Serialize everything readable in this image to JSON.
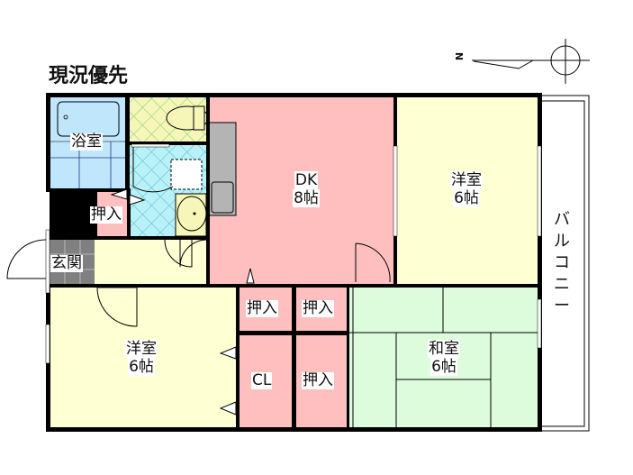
{
  "title": "現況優先",
  "compass": {
    "north_label": "N"
  },
  "rooms": {
    "bath": {
      "label": "浴室"
    },
    "closet_hall": {
      "label": "押入"
    },
    "entrance": {
      "label": "玄関"
    },
    "dk": {
      "line1": "DK",
      "line2": "8帖"
    },
    "western_ne": {
      "line1": "洋室",
      "line2": "6帖"
    },
    "western_sw": {
      "line1": "洋室",
      "line2": "6帖"
    },
    "closet_a": {
      "label": "押入"
    },
    "closet_b": {
      "label": "押入"
    },
    "closet_c": {
      "label": "押入"
    },
    "cl": {
      "label": "CL"
    },
    "japanese": {
      "line1": "和室",
      "line2": "6帖"
    },
    "balcony": {
      "label": "バルコニー"
    }
  },
  "colors": {
    "dk": "#ffbfbf",
    "western": "#ffffd4",
    "japanese": "#dcfcdc",
    "bath": "#bfe6fa",
    "toilet": "#f6f6b8",
    "washroom": "#b8f2f8",
    "entrance": "#808080",
    "kitchen_counter": "#b4b4b4",
    "wall": "#000000"
  }
}
